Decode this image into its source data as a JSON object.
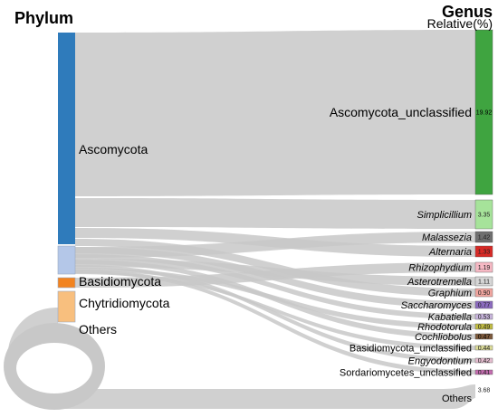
{
  "headers": {
    "phylum": "Phylum",
    "genus": "Genus",
    "relative": "Relative(%)"
  },
  "colors": {
    "flow": "#c8c8c8",
    "ascomycota": "#2f7bbb",
    "basidiomycota": "#b4c7e8",
    "chytridiomycota": "#f2831f",
    "others_phylum": "#f8bf7e"
  },
  "phyla": [
    {
      "name": "Ascomycota",
      "color": "#2f7bbb"
    },
    {
      "name": "Basidiomycota",
      "color": "#b4c7e8"
    },
    {
      "name": "Chytridiomycota",
      "color": "#f2831f"
    },
    {
      "name": "Others",
      "color": "#f8bf7e"
    }
  ],
  "genera": [
    {
      "name": "Ascomycota_unclassified",
      "italic": false,
      "value": "19.92",
      "color": "#3fa440",
      "phylum": "Ascomycota"
    },
    {
      "name": "Simplicillium",
      "italic": true,
      "value": "3.35",
      "color": "#a6e39a",
      "phylum": "Ascomycota"
    },
    {
      "name": "Malassezia",
      "italic": true,
      "value": "1.42",
      "color": "#6f6f6f",
      "phylum": "Basidiomycota"
    },
    {
      "name": "Alternaria",
      "italic": true,
      "value": "1.33",
      "color": "#d72a26",
      "phylum": "Ascomycota"
    },
    {
      "name": "Rhizophydium",
      "italic": true,
      "value": "1.19",
      "color": "#f6b9c4",
      "phylum": "Chytridiomycota"
    },
    {
      "name": "Asterotremella",
      "italic": true,
      "value": "1.11",
      "color": "#d6d6d6",
      "phylum": "Basidiomycota"
    },
    {
      "name": "Graphium",
      "italic": true,
      "value": "0.90",
      "color": "#f1a6a0",
      "phylum": "Ascomycota"
    },
    {
      "name": "Saccharomyces",
      "italic": true,
      "value": "0.77",
      "color": "#8c6bbf",
      "phylum": "Ascomycota"
    },
    {
      "name": "Kabatiella",
      "italic": true,
      "value": "0.53",
      "color": "#c9b6dd",
      "phylum": "Ascomycota"
    },
    {
      "name": "Rhodotorula",
      "italic": true,
      "value": "0.49",
      "color": "#c2bd43",
      "phylum": "Basidiomycota"
    },
    {
      "name": "Cochliobolus",
      "italic": true,
      "value": "0.47",
      "color": "#7d5a3c",
      "phylum": "Ascomycota"
    },
    {
      "name": "Basidiomycota_unclassified",
      "italic": false,
      "value": "0.44",
      "color": "#dede9a",
      "phylum": "Basidiomycota"
    },
    {
      "name": "Engyodontium",
      "italic": true,
      "value": "0.42",
      "color": "#e6bfd1",
      "phylum": "Ascomycota"
    },
    {
      "name": "Sordariomycetes_unclassified",
      "italic": false,
      "value": "0.41",
      "color": "#c46db0",
      "phylum": "Ascomycota"
    },
    {
      "name": "Others",
      "italic": false,
      "value": "3.68",
      "color": "#ffffff",
      "phylum": "Others"
    }
  ]
}
